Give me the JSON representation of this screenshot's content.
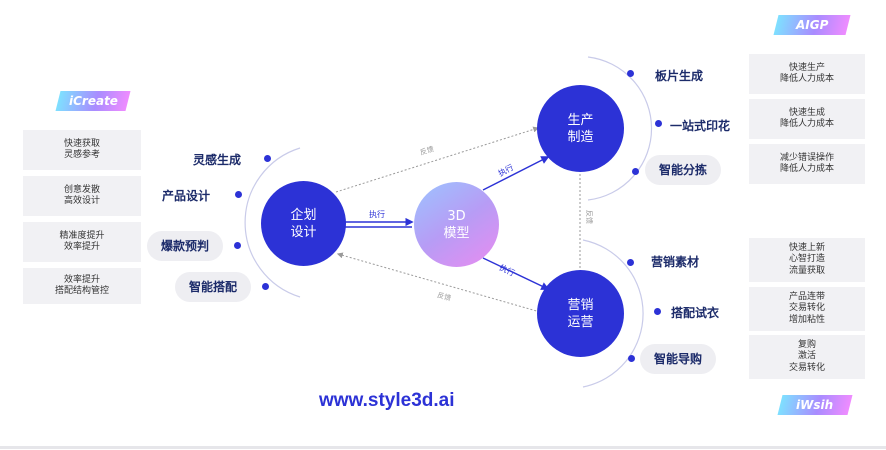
{
  "tags": {
    "icreate": "iCreate",
    "aigp": "AIGP",
    "iwsih": "iWsih"
  },
  "nodes": {
    "design": [
      "企划",
      "设计"
    ],
    "model": [
      "3D",
      "模型"
    ],
    "production": [
      "生产",
      "制造"
    ],
    "marketing": [
      "营销",
      "运营"
    ]
  },
  "design_steps": [
    "灵感生成",
    "产品设计",
    "爆款预判",
    "智能搭配"
  ],
  "production_steps": [
    "板片生成",
    "一站式印花",
    "智能分拣"
  ],
  "marketing_steps": [
    "营销素材",
    "搭配试衣",
    "智能导购"
  ],
  "left_boxes": [
    [
      "快速获取",
      "灵感参考"
    ],
    [
      "创意发散",
      "高效设计"
    ],
    [
      "精准度提升",
      "效率提升"
    ],
    [
      "效率提升",
      "搭配结构管控"
    ]
  ],
  "right_top_boxes": [
    [
      "快速生产",
      "降低人力成本"
    ],
    [
      "快速生成",
      "降低人力成本"
    ],
    [
      "减少错误操作",
      "降低人力成本"
    ]
  ],
  "right_bottom_boxes": [
    [
      "快速上新",
      "心智打造",
      "流量获取"
    ],
    [
      "产品连带",
      "交易转化",
      "增加粘性"
    ],
    [
      "复购",
      "激活",
      "交易转化"
    ]
  ],
  "edges": {
    "execute_1": "执行",
    "execute_2": "执行",
    "execute_3": "执行",
    "feedback_1": "反馈",
    "feedback_2": "反馈",
    "feedback_3": "反馈"
  },
  "website": "www.style3d.ai",
  "colors": {
    "primary": "#2c32d6",
    "text_dark": "#1c2b6a",
    "box_bg": "#f1f1f4"
  }
}
